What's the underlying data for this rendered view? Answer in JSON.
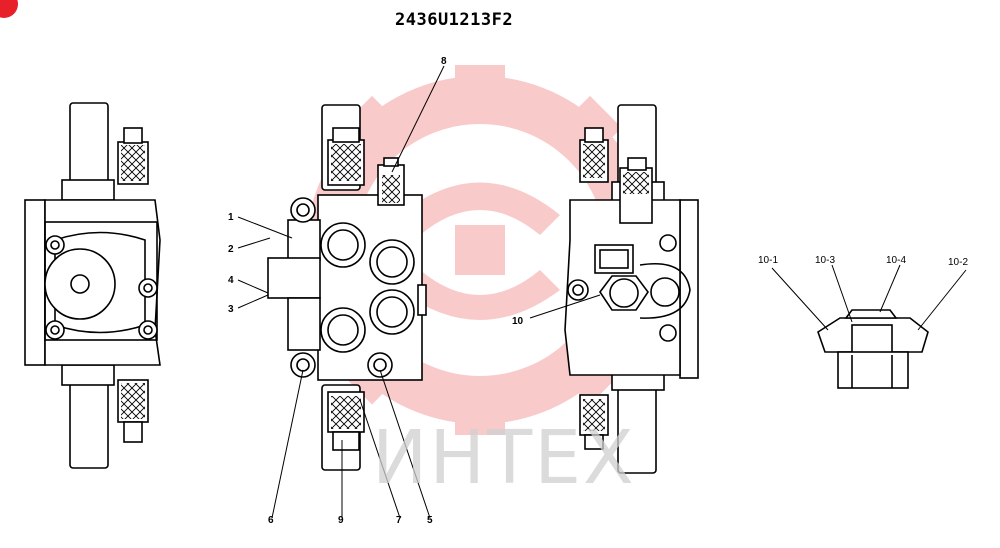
{
  "drawing_number": "2436U1213F2",
  "watermark_text": "ИНТЕХ",
  "watermark_color": "#f06a6a",
  "callouts": [
    "1",
    "2",
    "3",
    "4",
    "5",
    "6",
    "7",
    "8",
    "9",
    "10"
  ],
  "subpart_callouts": [
    "10-1",
    "10-2",
    "10-3",
    "10-4"
  ]
}
